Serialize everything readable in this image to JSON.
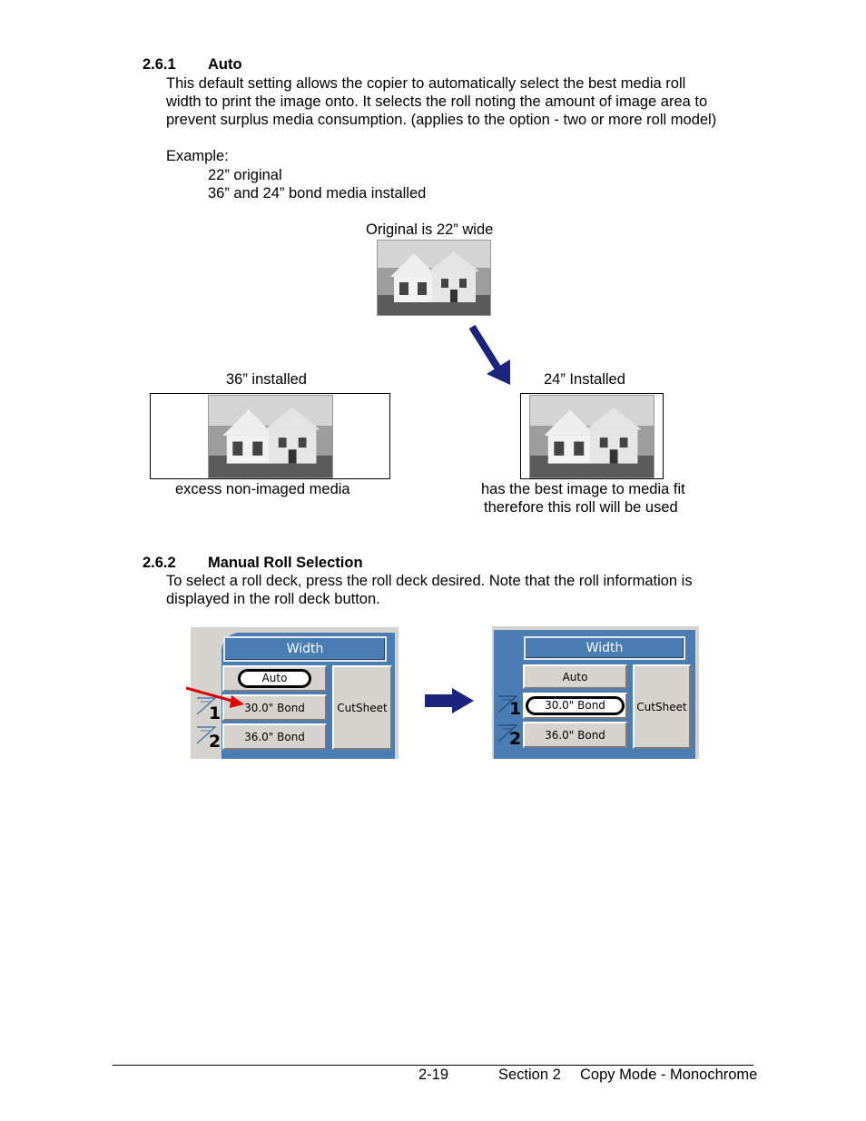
{
  "s261": {
    "number": "2.6.1",
    "title": "Auto",
    "para": [
      "This default setting allows the copier to automatically select the best media roll",
      "width to print the image onto. It selects the roll noting the amount of image area to",
      "prevent surplus media consumption. (applies to the option - two or more roll model)"
    ],
    "example_label": "Example:",
    "example_lines": [
      "22” original",
      "36” and 24” bond media installed"
    ]
  },
  "diagram": {
    "original_label": "Original is 22” wide",
    "left_label": "36” installed",
    "right_label": "24” Installed",
    "left_caption": "excess non-imaged media",
    "right_caption_1": "has the best image to media fit",
    "right_caption_2": "therefore this roll will be used",
    "arrow_color": "#1a237e"
  },
  "s262": {
    "number": "2.6.2",
    "title": "Manual Roll Selection",
    "para": [
      "To select a roll deck, press the roll deck desired. Note that the roll information is",
      "displayed in the roll deck button."
    ]
  },
  "panels": {
    "width_label": "Width",
    "auto_label": "Auto",
    "roll1_label": "30.0\" Bond",
    "roll2_label": "36.0\" Bond",
    "cutsheet_label": "CutSheet",
    "roll1_number": "1",
    "roll2_number": "2",
    "pointer_color": "#e00000",
    "transition_arrow_color": "#1a237e"
  },
  "footer": {
    "page": "2-19",
    "section": "Section 2",
    "title": "Copy Mode - Monochrome"
  }
}
